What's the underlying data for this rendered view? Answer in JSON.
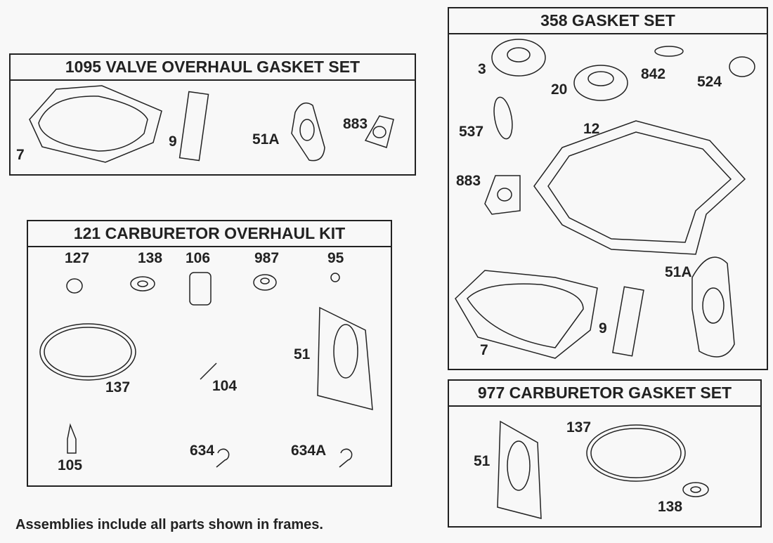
{
  "frames": {
    "valve": {
      "title": "1095 VALVE OVERHAUL GASKET SET",
      "parts": [
        "7",
        "9",
        "51A",
        "883"
      ]
    },
    "carb_kit": {
      "title": "121 CARBURETOR OVERHAUL KIT",
      "parts": [
        "127",
        "138",
        "106",
        "987",
        "95",
        "137",
        "104",
        "51",
        "105",
        "634",
        "634A"
      ]
    },
    "gasket": {
      "title": "358 GASKET SET",
      "parts": [
        "3",
        "20",
        "842",
        "524",
        "537",
        "12",
        "883",
        "51A",
        "7",
        "9"
      ]
    },
    "carb_gasket": {
      "title": "977 CARBURETOR GASKET SET",
      "parts": [
        "137",
        "51",
        "138"
      ]
    }
  },
  "footnote": "Assemblies include all parts shown in frames."
}
